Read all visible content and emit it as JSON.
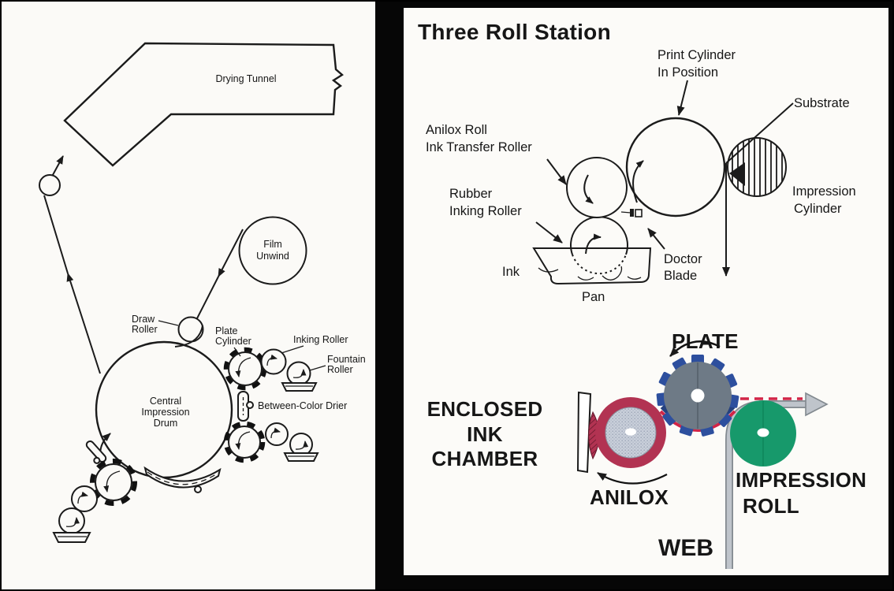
{
  "left_diagram": {
    "labels": {
      "drying_tunnel": "Drying Tunnel",
      "film_unwind": [
        "Film",
        "Unwind"
      ],
      "draw_roller": [
        "Draw",
        "Roller"
      ],
      "plate_cylinder": [
        "Plate",
        "Cylinder"
      ],
      "inking_roller": "Inking Roller",
      "fountain_roller": [
        "Fountain",
        "Roller"
      ],
      "central_impression_drum": [
        "Central",
        "Impression",
        "Drum"
      ],
      "between_color_drier": "Between-Color Drier"
    }
  },
  "right_diagram": {
    "title": "Three Roll Station",
    "labels": {
      "print_cylinder": [
        "Print Cylinder",
        "In Position"
      ],
      "anilox_roll": [
        "Anilox Roll",
        "Ink Transfer Roller"
      ],
      "rubber_inking_roller": [
        "Rubber",
        "Inking Roller"
      ],
      "substrate": "Substrate",
      "impression_cylinder": [
        "Impression",
        "Cylinder"
      ],
      "doctor_blade": [
        "Doctor",
        "Blade"
      ],
      "ink": "Ink",
      "pan": "Pan"
    },
    "color_diagram": {
      "labels": {
        "plate": "PLATE",
        "enclosed_ink_chamber": [
          "ENCLOSED",
          "INK",
          "CHAMBER"
        ],
        "anilox": "ANILOX",
        "impression_roll": [
          "IMPRESSION",
          "ROLL"
        ],
        "web": "WEB"
      },
      "colors": {
        "plate_body": "#6e7a86",
        "plate_teeth": "#2d4f9e",
        "ink_film_red": "#d12547",
        "anilox_ring": "#b23352",
        "anilox_core": "#c9cfda",
        "impression_roll_green": "#17996b",
        "web_fill": "#bfc4cb",
        "web_outline": "#82898f"
      }
    }
  }
}
